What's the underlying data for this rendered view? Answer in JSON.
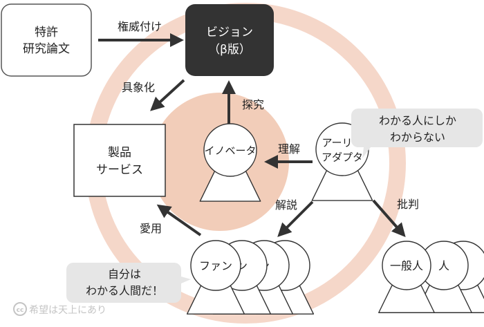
{
  "nodes": {
    "patent": [
      "特許",
      "研究論文"
    ],
    "vision": [
      "ビジョン",
      "（β版）"
    ],
    "product": [
      "製品",
      "サービス"
    ]
  },
  "people": {
    "innovator": [
      "イノベータ"
    ],
    "early_adopter": [
      "アーリー",
      "アダプタ"
    ],
    "fan": [
      "ファン"
    ],
    "fan_echo": [
      "ン"
    ],
    "general": [
      "一般人"
    ],
    "general_echo": [
      "人"
    ]
  },
  "arrows": {
    "authority": "権威付け",
    "materialize": "具象化",
    "explore": "探究",
    "understand": "理解",
    "explain": "解説",
    "criticize": "批判",
    "love": "愛用"
  },
  "callouts": {
    "only_understood": [
      "わかる人にしか",
      "わからない"
    ],
    "i_understand": [
      "自分は",
      "わかる人間だ！"
    ]
  },
  "license": {
    "cc": "cc",
    "text": "希望は天上にあり"
  },
  "colors": {
    "ring": "#f5d7c9",
    "core": "#f2cdb9",
    "vision_fill": "#333333",
    "arrow": "#333333",
    "callout": "#e6e6e6"
  }
}
